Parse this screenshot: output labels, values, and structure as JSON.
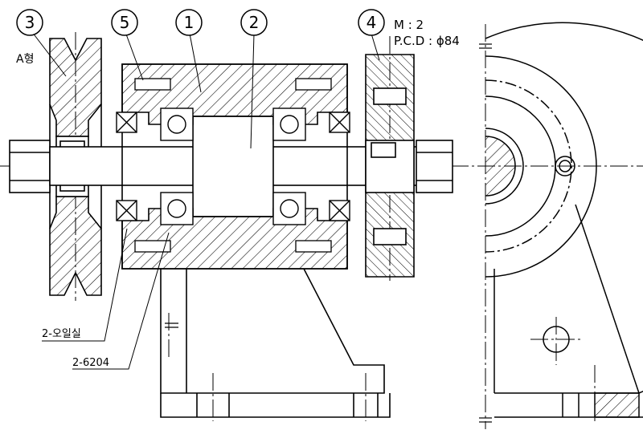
{
  "balloons": [
    {
      "label": "3"
    },
    {
      "label": "5"
    },
    {
      "label": "1"
    },
    {
      "label": "2"
    },
    {
      "label": "4"
    }
  ],
  "gear_spec": {
    "module": "M : 2",
    "pcd": "P.C.D : ϕ84"
  },
  "pulley_type": "A형",
  "callouts": [
    {
      "label": "2-오일실"
    },
    {
      "label": "2-6204"
    }
  ],
  "colors": {
    "line": "#000000",
    "background": "#ffffff"
  }
}
